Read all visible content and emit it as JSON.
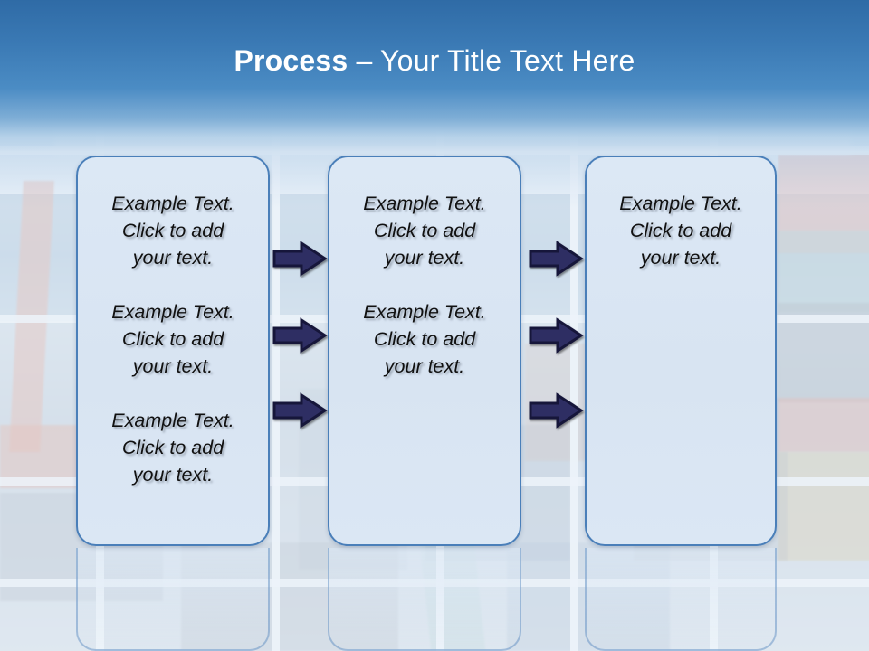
{
  "slide": {
    "title": {
      "keyword": "Process",
      "separator": " – ",
      "rest": "Your Title Text Here"
    },
    "theme": {
      "banner_top": "#2f6ba6",
      "banner_bottom": "#7faed6",
      "box_border": "#4a7fb9",
      "box_fill": "#dce8f5",
      "arrow_fill": "#2e2e63",
      "arrow_outline": "#16163a",
      "title_color": "#ffffff",
      "body_text_color": "#111111"
    },
    "background": {
      "description": "port-harbor-photo-montage",
      "panel_seams": true
    },
    "placeholder_text": "Example Text.\nClick  to add\nyour text.",
    "columns": [
      {
        "name": "column-1",
        "blocks": [
          "Example Text.\nClick  to add\nyour text.",
          "Example Text.\nClick  to add\nyour text.",
          "Example Text.\nClick  to add\nyour text."
        ]
      },
      {
        "name": "column-2",
        "blocks": [
          "Example Text.\nClick  to add\nyour text.",
          "Example Text.\nClick  to add\nyour text."
        ]
      },
      {
        "name": "column-3",
        "blocks": [
          "Example Text.\nClick  to add\nyour text."
        ]
      }
    ],
    "connectors": {
      "icon": "right-arrow-icon",
      "groups": [
        {
          "name": "connector-group-1",
          "count": 3
        },
        {
          "name": "connector-group-2",
          "count": 3
        }
      ]
    }
  }
}
